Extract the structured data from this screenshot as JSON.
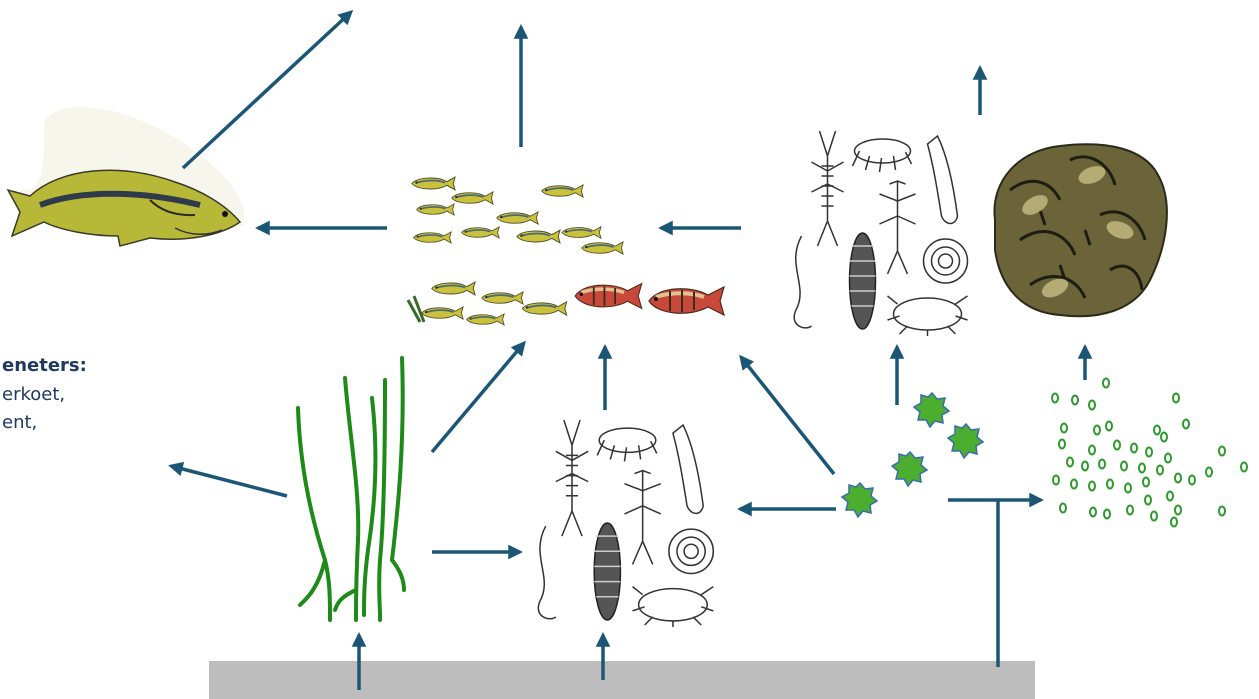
{
  "labels": {
    "grazers_heading": "eneters:",
    "grazers_line1": "erkoet,",
    "grazers_line2": "ent,"
  },
  "colors": {
    "arrow": "#1b5677",
    "plant": "#1e8a18",
    "algae": "#2f9a2f",
    "seed_fill": "#4cae2e",
    "seed_outline": "#3a6ab0",
    "sediment": "#bdbdbd",
    "label": "#1f3864"
  },
  "icons": {
    "predator_fish": "predator-fish-icon",
    "fish_school": "fish-school-icon",
    "invertebrates": "macroinvertebrates-icon",
    "mussels": "zebra-mussels-icon",
    "water_plants": "water-plants-icon",
    "algae": "algae-cells-icon",
    "nutrients": "nutrient-stars-icon",
    "sediment": "sediment-bar"
  }
}
